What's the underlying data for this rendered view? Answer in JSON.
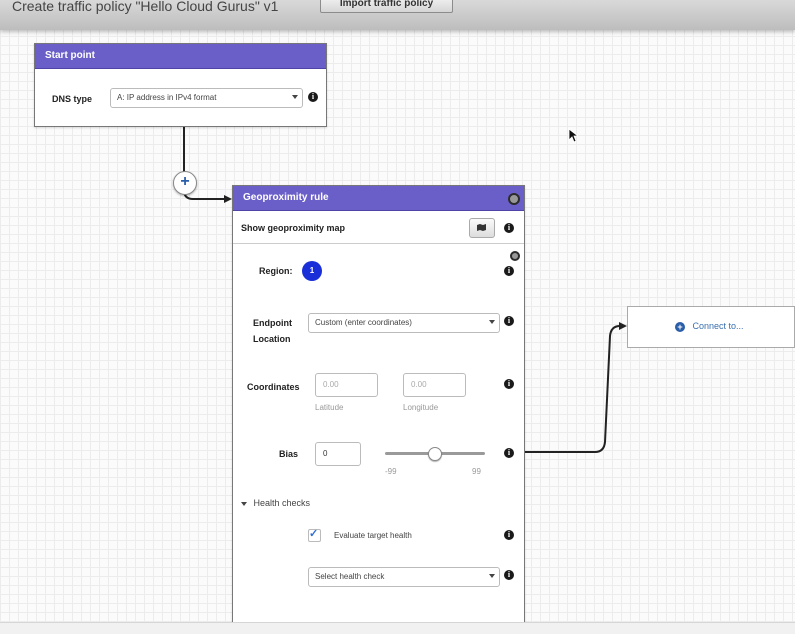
{
  "header": {
    "title": "Create traffic policy \"Hello Cloud Gurus\" v1",
    "import_button": "Import traffic policy"
  },
  "start_point": {
    "title": "Start point",
    "dns_type_label": "DNS type",
    "dns_type_value": "A: IP address in IPv4 format"
  },
  "geo_rule": {
    "title": "Geoproximity rule",
    "show_map_label": "Show geoproximity map",
    "region_label": "Region:",
    "region_number": "1",
    "endpoint_label_1": "Endpoint",
    "endpoint_label_2": "Location",
    "endpoint_value": "Custom (enter coordinates)",
    "coordinates_label": "Coordinates",
    "latitude_placeholder": "0.00",
    "longitude_placeholder": "0.00",
    "latitude_label": "Latitude",
    "longitude_label": "Longitude",
    "bias_label": "Bias",
    "bias_value": "0",
    "bias_min": "-99",
    "bias_max": "99",
    "bias_level": 0.5,
    "health_checks_label": "Health checks",
    "evaluate_label": "Evaluate target health",
    "evaluate_checked": true,
    "health_check_select": "Select health check"
  },
  "connect": {
    "label": "Connect to..."
  },
  "colors": {
    "header": "#6a5fc8",
    "region_badge": "#1a2fd8",
    "link": "#3a6fb0"
  }
}
